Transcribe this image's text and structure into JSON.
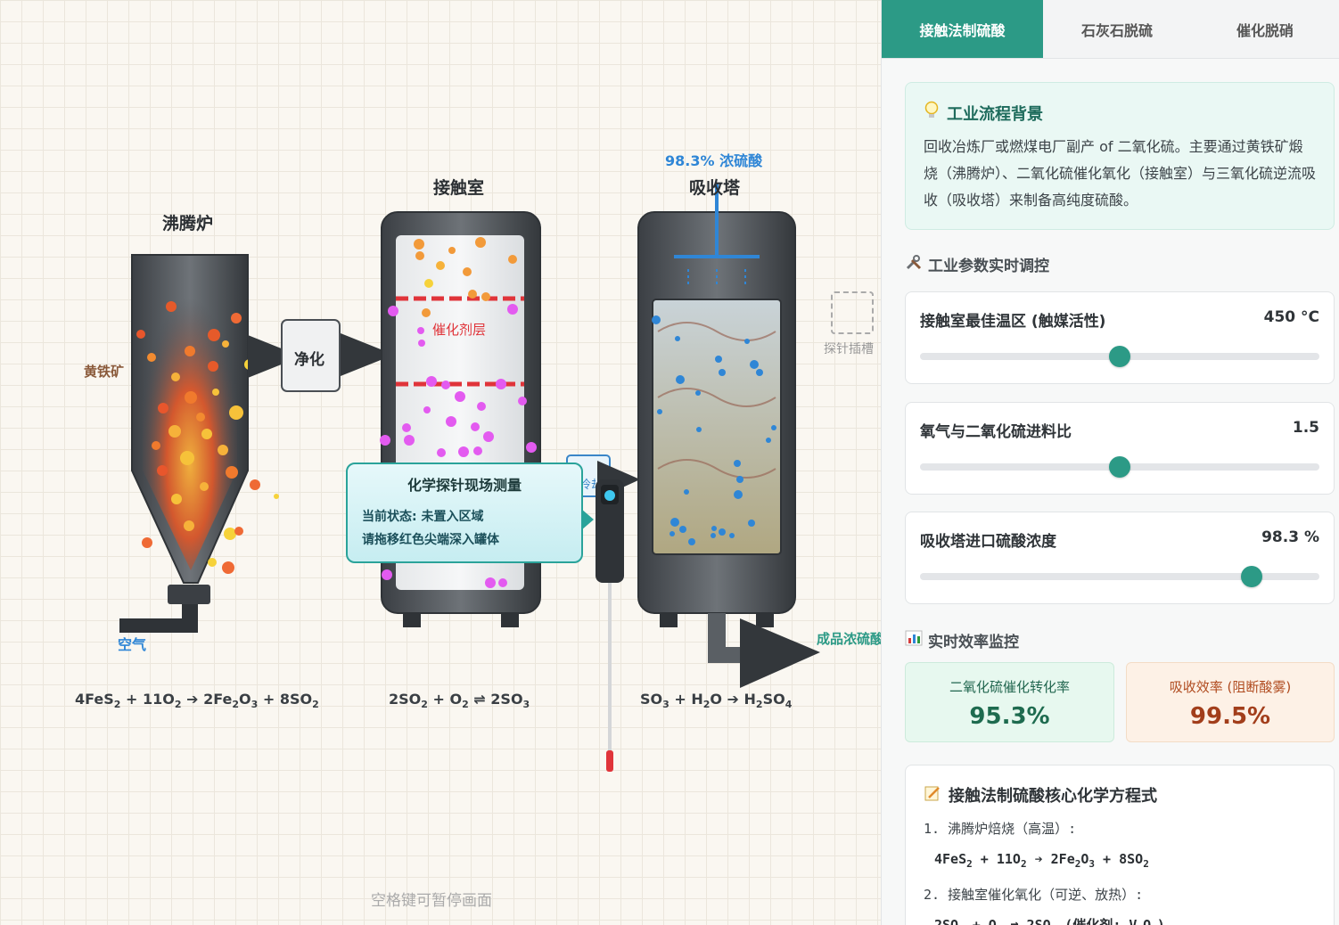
{
  "tabs": [
    {
      "label": "接触法制硫酸",
      "active": true
    },
    {
      "label": "石灰石脱硫",
      "active": false
    },
    {
      "label": "催化脱硝",
      "active": false
    }
  ],
  "background": {
    "title": "工业流程背景",
    "icon": "lightbulb-icon",
    "text": "回收冶炼厂或燃煤电厂副产 of 二氧化硫。主要通过黄铁矿煅烧（沸腾炉）、二氧化硫催化氧化（接触室）与三氧化硫逆流吸收（吸收塔）来制备高纯度硫酸。"
  },
  "params_section": {
    "title": "工业参数实时调控",
    "icon": "tools-icon"
  },
  "params": [
    {
      "label": "接触室最佳温区 (触媒活性)",
      "value": "450 °C",
      "fraction": 0.5
    },
    {
      "label": "氧气与二氧化硫进料比",
      "value": "1.5",
      "fraction": 0.5
    },
    {
      "label": "吸收塔进口硫酸浓度",
      "value": "98.3 %",
      "fraction": 0.83
    }
  ],
  "monitor_section": {
    "title": "实时效率监控",
    "icon": "bar-chart-icon"
  },
  "metrics": [
    {
      "label": "二氧化硫催化转化率",
      "value": "95.3%"
    },
    {
      "label": "吸收效率 (阻断酸雾)",
      "value": "99.5%"
    }
  ],
  "equations": {
    "title": "接触法制硫酸核心化学方程式",
    "icon": "memo-icon",
    "step1_label": "1. 沸腾炉焙烧（高温）:",
    "step2_label": "2. 接触室催化氧化（可逆、放热）:"
  },
  "scene": {
    "furnace_title": "沸腾炉",
    "contact_title": "接触室",
    "absorber_title": "吸收塔",
    "acid_in_label": "98.3% 浓硫酸",
    "purify_label": "净化",
    "catalyst_label": "催化剂层",
    "pyrite_label": "黄铁矿",
    "air_label": "空气",
    "product_label": "成品浓硫酸",
    "cooler_label": "冷却",
    "slot_label": "探针插槽",
    "footer_hint": "空格键可暂停画面"
  },
  "probe": {
    "title": "化学探针现场测量",
    "status": "当前状态: 未置入区域",
    "hint": "请拖移红色尖端深入罐体"
  },
  "colors": {
    "accent": "#2c9a86",
    "so2": "#e35bf0",
    "so3": "#2f86d6",
    "fire": "#f36b2b"
  }
}
